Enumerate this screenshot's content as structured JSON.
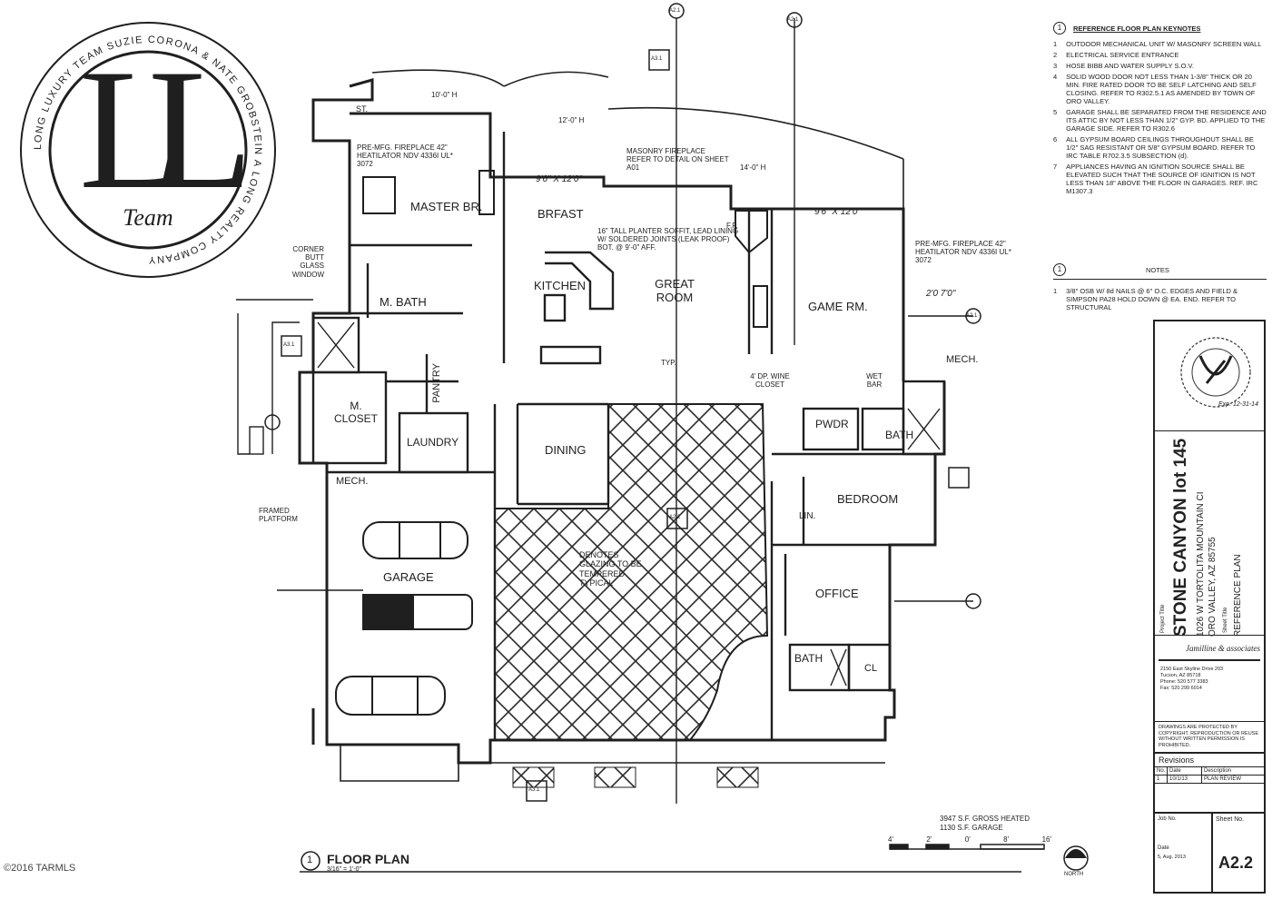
{
  "logo": {
    "monogram": "LL",
    "team": "Team",
    "ring_text": "LONG LUXURY TEAM SUZIE CORONA & NATE GROBSTEIN A LONG REALTY COMPANY"
  },
  "rooms": {
    "master_br": "MASTER BR.",
    "m_bath": "M. BATH",
    "m_closet": "M. CLOSET",
    "pantry": "PANTRY",
    "laundry": "LAUNDRY",
    "mech_left": "MECH.",
    "garage": "GARAGE",
    "kitchen": "KITCHEN",
    "brfast": "BRFAST",
    "great_room": "GREAT ROOM",
    "game_rm": "GAME RM.",
    "dining": "DINING",
    "pwdr": "PWDR",
    "bath_right": "BATH",
    "mech_right": "MECH.",
    "bedroom": "BEDROOM",
    "lin": "LIN.",
    "office": "OFFICE",
    "bath_office": "BATH",
    "cl": "CL",
    "wet_bar": "WET BAR",
    "wine_closet": "4' DP. WINE CLOSET",
    "typ": "TYP."
  },
  "callouts": {
    "ceiling_10": "10'-0\" H",
    "ceiling_12": "12'-0\" H",
    "ceiling_14": "14'-0\" H",
    "fireplace_master": "PRE-MFG. FIREPLACE 42\" HEATILATOR NDV 4336I UL* 3072",
    "fireplace_game": "PRE-MFG. FIREPLACE 42\" HEATILATOR NDV 4336I UL* 3072",
    "masonry_fireplace": "MASONRY FIREPLACE REFER TO DETAIL ON SHEET A01",
    "planter": "16\" TALL PLANTER SOFFIT, LEAD LINING W/ SOLDERED JOINTS (LEAK PROOF) BOT. @ 9'-0\" AFF.",
    "corner_glass": "CORNER BUTT GLASS WINDOW",
    "framed_platform": "FRAMED PLATFORM",
    "glazing": "DENOTES GLAZING TO BE TEMPERED TYPICAL",
    "fp": "F.P.",
    "dim_brfast": "9'6\" X 12'0\"",
    "dim_great": "9'6\" X 12'0\"",
    "dim_game": "2'0 7'0\"",
    "st": "ST."
  },
  "floor_plan": {
    "number": "1",
    "title": "FLOOR PLAN",
    "scale": "3/16\" = 1'-0\"",
    "area_heated": "3947 S.F. GROSS HEATED",
    "area_garage": "1130 S.F. GARAGE",
    "scale_marks": [
      "4'",
      "2'",
      "0'",
      "8'",
      "16'"
    ],
    "north": "NORTH"
  },
  "keynotes": {
    "marker": "1",
    "title": "REFERENCE FLOOR PLAN KEYNOTES",
    "items": [
      {
        "n": "1",
        "text": "OUTDOOR MECHANICAL UNIT W/ MASONRY SCREEN WALL"
      },
      {
        "n": "2",
        "text": "ELECTRICAL SERVICE ENTRANCE"
      },
      {
        "n": "3",
        "text": "HOSE BIBB AND WATER SUPPLY S.O.V."
      },
      {
        "n": "4",
        "text": "SOLID WOOD DOOR NOT LESS THAN 1-3/8\" THICK OR 20 MIN. FIRE RATED DOOR TO BE SELF LATCHING AND SELF CLOSING. REFER TO R302.5.1 AS AMENDED BY TOWN OF ORO VALLEY."
      },
      {
        "n": "5",
        "text": "GARAGE SHALL BE SEPARATED FROM THE RESIDENCE AND ITS ATTIC BY NOT LESS THAN 1/2\" GYP. BD. APPLIED TO THE GARAGE SIDE. REFER TO R302.6"
      },
      {
        "n": "6",
        "text": "ALL GYPSUM BOARD CEILINGS THROUGHOUT SHALL BE 1/2\" SAG RESISTANT OR 5/8\" GYPSUM BOARD. REFER TO IRC TABLE R702.3.5 SUBSECTION (d)."
      },
      {
        "n": "7",
        "text": "APPLIANCES HAVING AN IGNITION SOURCE SHALL BE ELEVATED SUCH THAT THE SOURCE OF IGNITION IS NOT LESS THAN 18\" ABOVE THE FLOOR IN GARAGES. REF. IRC M1307.3"
      }
    ]
  },
  "notes": {
    "marker": "1",
    "title": "NOTES",
    "items": [
      {
        "n": "1",
        "text": "3/8\" OSB W/ 8d NAILS @ 6\" O.C. EDGES AND FIELD & SIMPSON PA28 HOLD DOWN @ EA. END. REFER TO STRUCTURAL"
      }
    ]
  },
  "title_block": {
    "project_title_label": "Project Title",
    "project_title": "STONE CANYON lot 145",
    "address_1": "1026 W TORTOLITA MOUNTAIN CI",
    "address_2": "ORO VALLEY, AZ 85755",
    "sheet_title_label": "Sheet Title",
    "sheet_title": "REFERENCE PLAN",
    "firm_name": "Jamilline & associates",
    "firm_address_1": "2150 East Skyline Drive 203",
    "firm_address_2": "Tucson, AZ 85718",
    "firm_phone": "Phone: 520 577 3383",
    "firm_fax": "Fax: 520 299 6014",
    "copyright": "DRAWINGS ARE PROTECTED BY COPYRIGHT. REPRODUCTION OR REUSE WITHOUT WRITTEN PERMISSION IS PROHIBITED.",
    "revisions_title": "Revisions",
    "rev_headers": [
      "No.",
      "Date",
      "Description"
    ],
    "revisions": [
      {
        "no": "1",
        "date": "10/1/13",
        "desc": "PLAN REVIEW"
      }
    ],
    "job_no_label": "Job No.",
    "date_label": "Date",
    "date_value": "5, Aug. 2013",
    "sheet_no_label": "Sheet No.",
    "sheet_no": "A2.2",
    "stamp_date": "Exp. 12-31-14"
  },
  "watermark": "©2016 TARMLS",
  "section_markers": [
    "A3.1",
    "A2.1",
    "A2.1",
    "A3.1",
    "A2.1",
    "A2.2",
    "A3.1"
  ],
  "colors": {
    "line": "#1f1f1f",
    "paper": "#ffffff",
    "hatch": "#2a2a2a"
  }
}
